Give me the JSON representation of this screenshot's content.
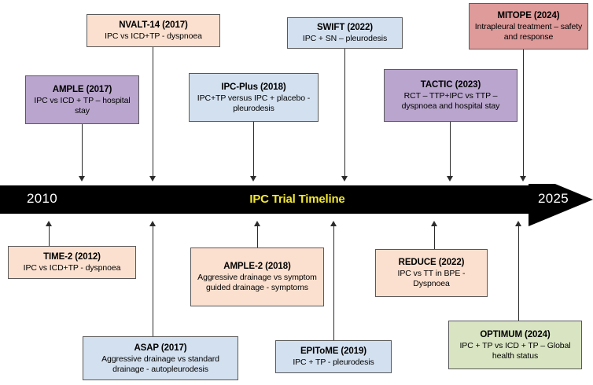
{
  "figure": {
    "kind": "timeline-diagram",
    "timeline": {
      "label": "IPC Trial Timeline",
      "start_year": "2010",
      "end_year": "2025",
      "bar_color": "#000000",
      "label_color": "#f2e82e",
      "year_color": "#ffffff"
    },
    "palette": {
      "peach": "#fbe0cf",
      "purple": "#b9a5cd",
      "blue": "#d3e0ef",
      "red": "#df9a9a",
      "green": "#d9e5c2",
      "border": "#595959",
      "connector": "#2b2b2b"
    }
  },
  "boxes_above": [
    {
      "id": "nvalt-14",
      "title": "NVALT-14 (2017)",
      "desc": "IPC vs ICD+TP - dyspnoea",
      "color": "peach"
    },
    {
      "id": "ample",
      "title": "AMPLE (2017)",
      "desc": "IPC vs ICD + TP – hospital stay",
      "color": "purple"
    },
    {
      "id": "ipc-plus",
      "title": "IPC-Plus (2018)",
      "desc": "IPC+TP versus IPC + placebo - pleurodesis",
      "color": "blue"
    },
    {
      "id": "swift",
      "title": "SWIFT (2022)",
      "desc": "IPC + SN – pleurodesis",
      "color": "blue"
    },
    {
      "id": "tactic",
      "title": "TACTIC (2023)",
      "desc": "RCT – TTP+IPC vs TTP – dyspnoea and hospital stay",
      "color": "purple"
    },
    {
      "id": "mitope",
      "title": "MITOPE (2024)",
      "desc": "Intrapleural  treatment – safety and response",
      "color": "red"
    }
  ],
  "boxes_below": [
    {
      "id": "time-2",
      "title": "TIME-2 (2012)",
      "desc": "IPC vs ICD+TP - dyspnoea",
      "color": "peach"
    },
    {
      "id": "asap",
      "title": "ASAP (2017)",
      "desc": "Aggressive drainage vs standard drainage - autopleurodesis",
      "color": "blue"
    },
    {
      "id": "ample-2",
      "title": "AMPLE-2 (2018)",
      "desc": "Aggressive drainage vs symptom guided drainage - symptoms",
      "color": "peach"
    },
    {
      "id": "epitome",
      "title": "EPIToME (2019)",
      "desc": "IPC + TP - pleurodesis",
      "color": "blue"
    },
    {
      "id": "reduce",
      "title": "REDUCE (2022)",
      "desc": "IPC vs TT in BPE - Dyspnoea",
      "color": "peach"
    },
    {
      "id": "optimum",
      "title": "OPTIMUM (2024)",
      "desc": "IPC + TP vs ICD + TP – Global health status",
      "color": "green"
    }
  ]
}
